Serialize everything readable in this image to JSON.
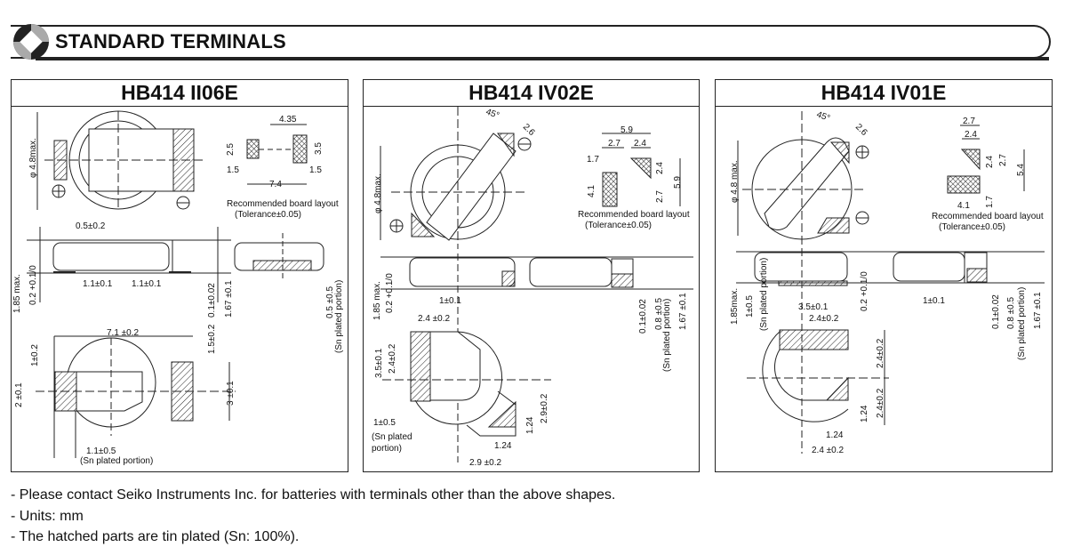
{
  "header": {
    "title": "STANDARD TERMINALS"
  },
  "panels": [
    {
      "title": "HB414 II06E",
      "labels": [
        "4.35",
        "2.5",
        "3.5",
        "1.5",
        "1.5",
        "7.4",
        "Recommended board layout",
        "(Tolerance±0.05)",
        "φ 4.8max.",
        "0.5±0.2",
        "1.85 max.",
        "0.2 +0.1/0",
        "1.1±0.1",
        "1.1±0.1",
        "0.1±0.02",
        "1.67 ±0.1",
        "0.5 ±0.5",
        "(Sn plated portion)",
        "7.1 ±0.2",
        "1±0.2",
        "2 ±0.1",
        "1.5±0.2",
        "3 ±0.1",
        "1.1±0.5",
        "(Sn plated portion)"
      ]
    },
    {
      "title": "HB414 IV02E",
      "labels": [
        "45°",
        "2.6",
        "φ 4.8max.",
        "5.9",
        "2.7",
        "2.4",
        "1.7",
        "4.1",
        "2.4",
        "2.7",
        "5.9",
        "Recommended board layout",
        "(Tolerance±0.05)",
        "1.85 max.",
        "0.2 +0.1/0",
        "1±0.1",
        "2.4 ±0.2",
        "0.1±0.02",
        "0.8 ±0.5",
        "(Sn plated portion)",
        "1.67 ±0.1",
        "3.5±0.1",
        "2.4±0.2",
        "1±0.5",
        "(Sn plated",
        "portion)",
        "1.24",
        "2.9±0.2",
        "1.24",
        "2.9 ±0.2"
      ]
    },
    {
      "title": "HB414 IV01E",
      "labels": [
        "45°",
        "2.6",
        "φ 4.8 max.",
        "2.7",
        "2.4",
        "2.4",
        "2.7",
        "5.4",
        "4.1",
        "1.7",
        "Recommended board layout",
        "(Tolerance±0.05)",
        "1.85max.",
        "1±0.5",
        "(Sn plated portion)",
        "3.5±0.1",
        "2.4±0.2",
        "0.2 +0.1/0",
        "1±0.1",
        "0.1±0.02",
        "0.8 ±0.5",
        "(Sn plated portion)",
        "1.67 ±0.1",
        "2.4±0.2",
        "2.4±0.2",
        "1.24",
        "1.24",
        "2.4 ±0.2"
      ]
    }
  ],
  "notes": [
    "- Please contact Seiko Instruments Inc. for batteries with terminals other than the above shapes.",
    "- Units: mm",
    "- The hatched parts are tin plated (Sn: 100%)."
  ]
}
